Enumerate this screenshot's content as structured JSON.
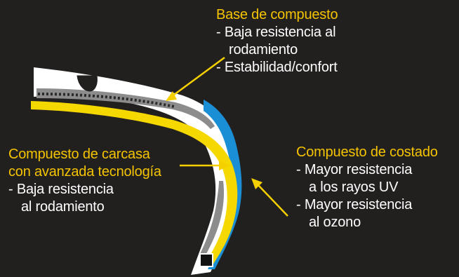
{
  "colors": {
    "background": "#221f1f",
    "heading": "#f5c400",
    "text": "#ffffff",
    "yellow_layer": "#f5d800",
    "blue_layer": "#1a8fd6",
    "gray_layer": "#8c8c8c",
    "white_layer": "#ffffff",
    "arrow": "#f5d000"
  },
  "base_compound": {
    "title": "Base de compuesto",
    "lines": [
      "- Baja resistencia al",
      "rodamiento",
      "- Estabilidad/confort"
    ]
  },
  "carcass_compound": {
    "title_line1": "Compuesto de carcasa",
    "title_line2": "con avanzada tecnología",
    "lines": [
      "- Baja resistencia",
      "al rodamiento"
    ]
  },
  "sidewall_compound": {
    "title": "Compuesto de costado",
    "lines": [
      "- Mayor resistencia",
      "a los rayos UV",
      "- Mayor resistencia",
      "al ozono"
    ]
  }
}
